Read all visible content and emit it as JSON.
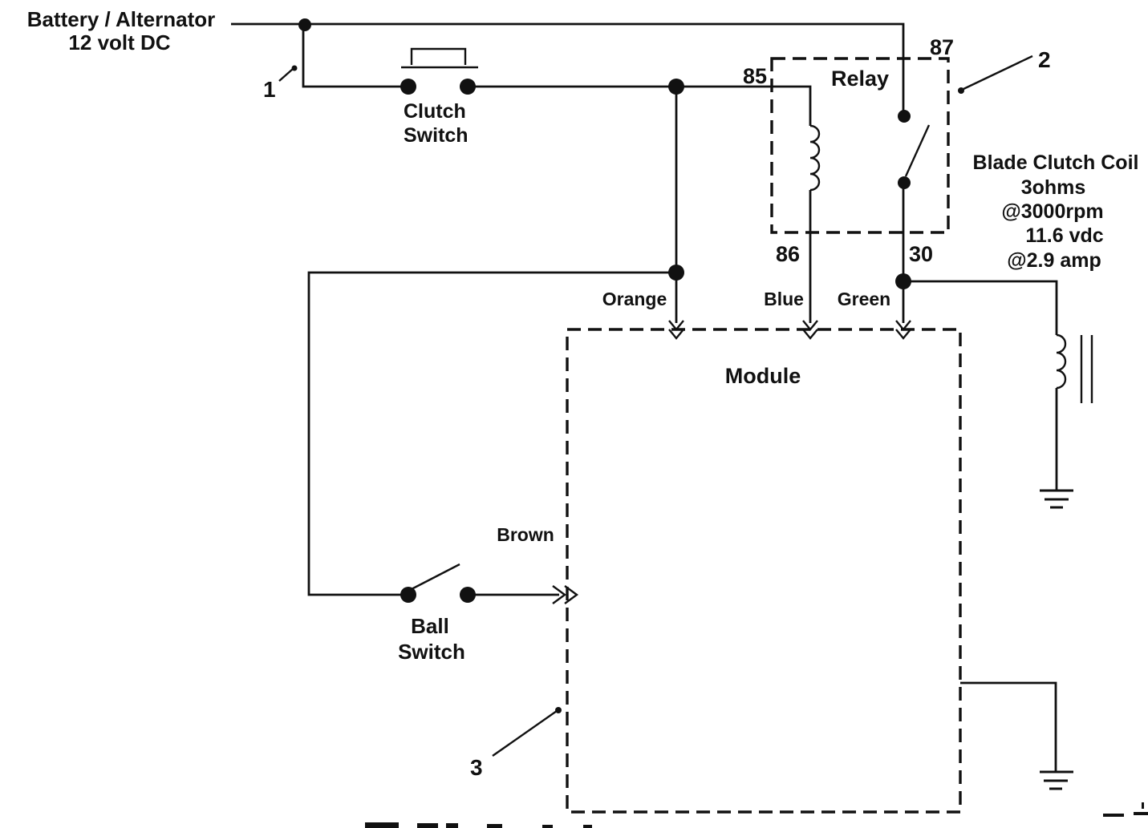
{
  "diagram": {
    "source": {
      "line1": "Battery / Alternator",
      "line2": "12 volt DC"
    },
    "callouts": {
      "one": "1",
      "two": "2",
      "three": "3"
    },
    "clutch_switch": {
      "line1": "Clutch",
      "line2": "Switch"
    },
    "ball_switch": {
      "line1": "Ball",
      "line2": "Switch"
    },
    "relay": {
      "title": "Relay",
      "pin85": "85",
      "pin86": "86",
      "pin87": "87",
      "pin30": "30"
    },
    "module": {
      "title": "Module"
    },
    "wires": {
      "orange": "Orange",
      "blue": "Blue",
      "green": "Green",
      "brown": "Brown"
    },
    "blade_clutch_coil": {
      "line1": "Blade Clutch Coil",
      "line2": "3ohms",
      "line3": "@3000rpm",
      "line4": "11.6 vdc",
      "line5": "@2.9 amp"
    },
    "colors": {
      "ink": "#111111",
      "paper": "#ffffff"
    }
  }
}
